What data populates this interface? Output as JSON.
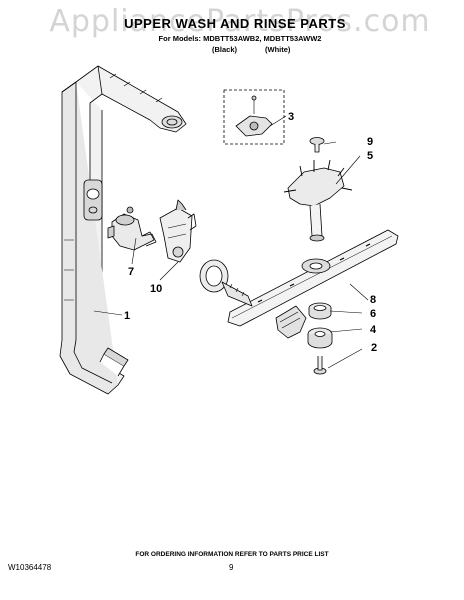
{
  "watermark": "AppliancePartsPros.com",
  "title": "UPPER WASH AND RINSE PARTS",
  "models_line": "For Models: MDBTT53AWB2, MDBTT53AWW2",
  "color_black": "(Black)",
  "color_white": "(White)",
  "callouts": {
    "c1": "1",
    "c2": "2",
    "c3": "3",
    "c4": "4",
    "c5": "5",
    "c6": "6",
    "c7": "7",
    "c8": "8",
    "c9": "9",
    "c10": "10"
  },
  "footer_note": "FOR ORDERING INFORMATION REFER TO PARTS PRICE LIST",
  "doc_id": "W10364478",
  "page_number": "9"
}
